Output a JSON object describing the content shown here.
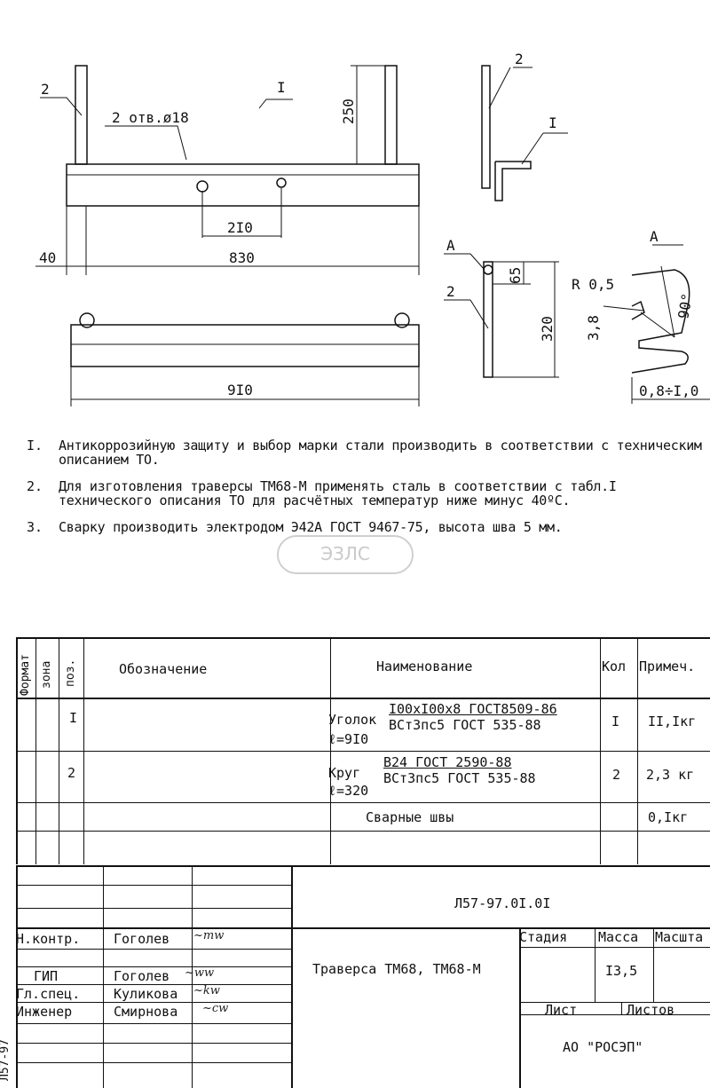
{
  "drawing": {
    "front_view": {
      "pos_label_2": "2",
      "pos_label_1": "I",
      "holes_label": "2 отв.ø18",
      "dim_250": "250",
      "dim_210": "2I0",
      "dim_40": "40",
      "dim_830": "830"
    },
    "top_view": {
      "dim_910": "9I0"
    },
    "side_view": {
      "pos_label_2": "2",
      "pos_label_1": "I"
    },
    "rod_view": {
      "label_a": "А",
      "pos_label_2": "2",
      "dim_65": "65",
      "dim_320": "320"
    },
    "detail_a": {
      "title": "А",
      "radius": "R 0,5",
      "angle": "90°",
      "depth": "3,8",
      "width": "0,8÷I,0"
    }
  },
  "notes": [
    {
      "num": "I.",
      "text": "Антикоррозийную защиту и выбор марки стали производить в соответствии с техническим описанием ТО."
    },
    {
      "num": "2.",
      "text": "Для изготовления траверсы ТМ68-М применять сталь в соответствии с табл.I технического описания ТО для расчётных температур ниже минус 40ºС."
    },
    {
      "num": "3.",
      "text": "Сварку производить электродом Э42А ГОСТ 9467-75, высота шва 5 мм."
    }
  ],
  "watermark": "ЭЗЛС",
  "spec_table": {
    "headers": {
      "format": "Формат",
      "zone": "зона",
      "pos": "поз.",
      "designation": "Обозначение",
      "name": "Наименование",
      "qty": "Кол",
      "note": "Примеч."
    },
    "rows": [
      {
        "pos": "I",
        "name_main": "Уголок",
        "name_top": "I00xI00x8 ГОСТ8509-86",
        "name_bottom": "ВСт3пс5 ГОСТ 535-88",
        "name_len": "ℓ=9I0",
        "qty": "I",
        "note": "II,Iкг"
      },
      {
        "pos": "2",
        "name_main": "Круг",
        "name_top": "В24 ГОСТ 2590-88",
        "name_bottom": "ВСт3пс5 ГОСТ 535-88",
        "name_len": "ℓ=320",
        "qty": "2",
        "note": "2,3 кг"
      },
      {
        "pos": "",
        "name_main": "Сварные швы",
        "qty": "",
        "note": "0,Iкг"
      }
    ]
  },
  "title_block": {
    "doc_code": "Л57-97.0I.0I",
    "roles": [
      {
        "role": "Н.контр.",
        "name": "Гоголев"
      },
      {
        "role": "ГИП",
        "name": "Гоголев"
      },
      {
        "role": "Гл.спец.",
        "name": "Куликова"
      },
      {
        "role": "Инженер",
        "name": "Смирнова"
      }
    ],
    "title": "Траверса ТМ68, ТМ68-М",
    "stage_label": "Стадия",
    "mass_label": "Масса",
    "scale_label": "Масшта",
    "mass_value": "I3,5",
    "sheet_label": "Лист",
    "sheets_label": "Листов",
    "organization": "АО \"РОСЭП\"",
    "side_code": "Л57-97"
  }
}
